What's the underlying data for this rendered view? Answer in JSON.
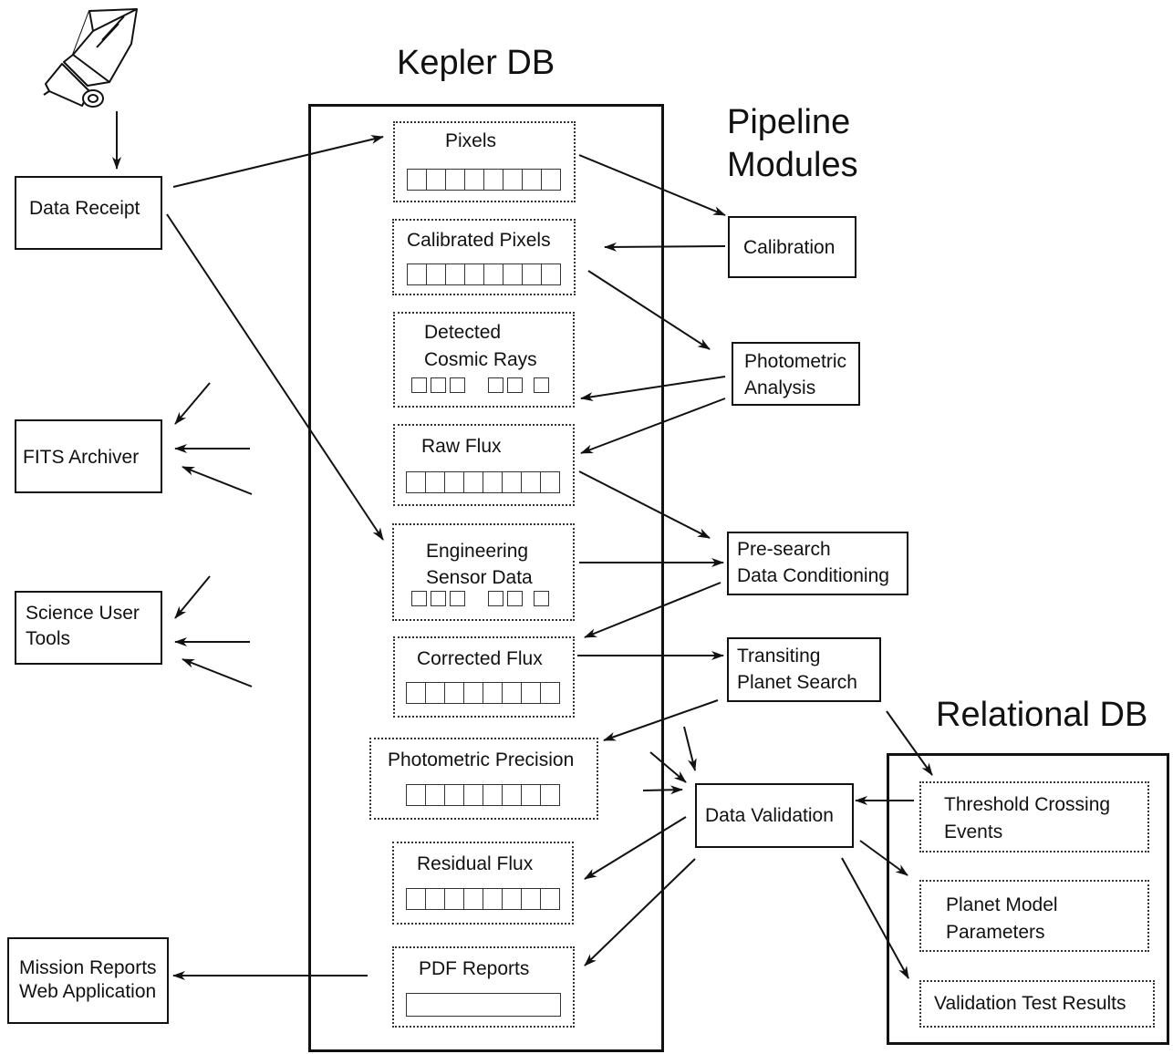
{
  "titles": {
    "kepler_db": "Kepler DB",
    "pipeline_modules": [
      "Pipeline",
      "Modules"
    ],
    "relational_db": "Relational DB"
  },
  "left_boxes": {
    "data_receipt": "Data Receipt",
    "fits_archiver": "FITS Archiver",
    "science_user_tools": [
      "Science User",
      "Tools"
    ],
    "mission_reports": [
      "Mission Reports",
      "Web Application"
    ]
  },
  "kepler_items": {
    "pixels": "Pixels",
    "calibrated_pixels": "Calibrated Pixels",
    "cosmic_rays": [
      "Detected",
      "Cosmic Rays"
    ],
    "raw_flux": "Raw Flux",
    "engineering": [
      "Engineering",
      "Sensor Data"
    ],
    "corrected_flux": "Corrected Flux",
    "photometric_precision": "Photometric Precision",
    "residual_flux": "Residual Flux",
    "pdf_reports": "PDF Reports"
  },
  "modules": {
    "calibration": "Calibration",
    "photometric_analysis": [
      "Photometric",
      "Analysis"
    ],
    "presearch": [
      "Pre-search",
      "Data Conditioning"
    ],
    "tps": [
      "Transiting",
      "Planet Search"
    ],
    "data_validation": "Data Validation"
  },
  "relational_items": {
    "tce": [
      "Threshold Crossing",
      "Events"
    ],
    "planet_model": [
      "Planet Model",
      "Parameters"
    ],
    "validation_results": "Validation Test Results"
  }
}
